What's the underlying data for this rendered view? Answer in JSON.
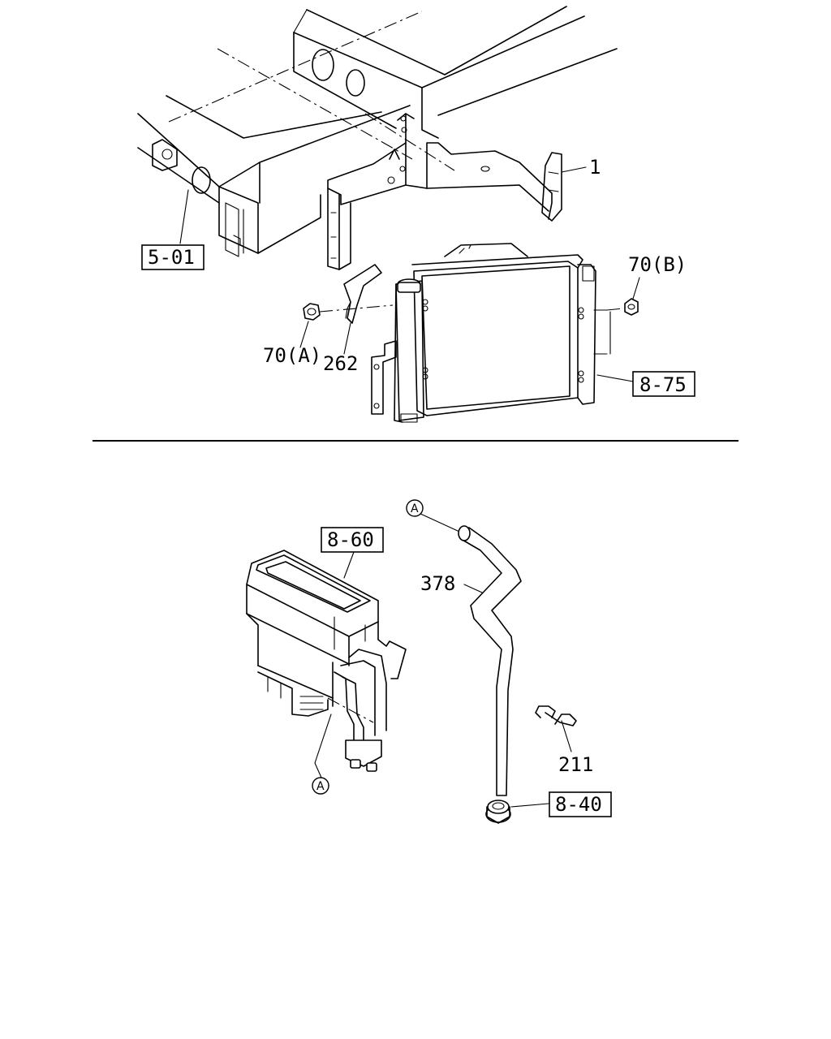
{
  "labels": {
    "part_1": "1",
    "ref_5_01": "5-01",
    "part_70a": "70(A)",
    "part_70b": "70(B)",
    "part_262": "262",
    "ref_8_75": "8-75",
    "ref_8_60": "8-60",
    "part_378": "378",
    "part_211": "211",
    "ref_8_40": "8-40",
    "callout_a_top": "A",
    "callout_a_bottom": "A"
  }
}
